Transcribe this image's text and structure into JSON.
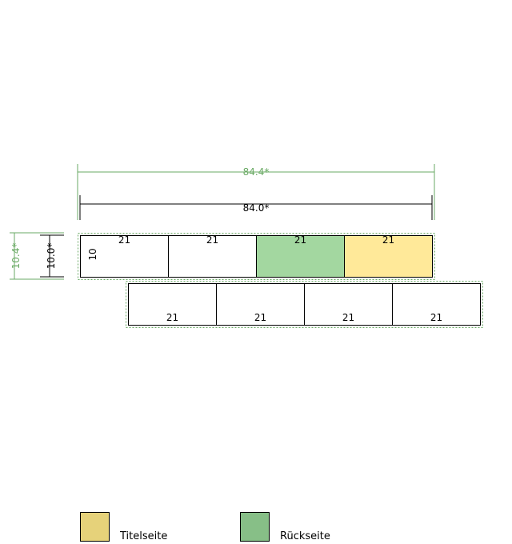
{
  "dimensions": {
    "total_width": "84.4*",
    "inner_width": "84.0*",
    "total_height": "10.4*",
    "inner_height": "10.0*",
    "cell_height": "10"
  },
  "rows": [
    {
      "cells": [
        {
          "label": "21",
          "fill": "#ffffff"
        },
        {
          "label": "21",
          "fill": "#ffffff"
        },
        {
          "label": "21",
          "fill": "#a3d7a0"
        },
        {
          "label": "21",
          "fill": "#ffe999"
        }
      ]
    },
    {
      "cells": [
        {
          "label": "21",
          "fill": "#ffffff"
        },
        {
          "label": "21",
          "fill": "#ffffff"
        },
        {
          "label": "21",
          "fill": "#ffffff"
        },
        {
          "label": "21",
          "fill": "#ffffff"
        }
      ]
    }
  ],
  "legend": [
    {
      "label": "Titelseite",
      "color": "#e6d27a"
    },
    {
      "label": "Rückseite",
      "color": "#87bf87"
    }
  ],
  "colors": {
    "dimension_green": "#6aaa64",
    "stroke": "#000000"
  }
}
